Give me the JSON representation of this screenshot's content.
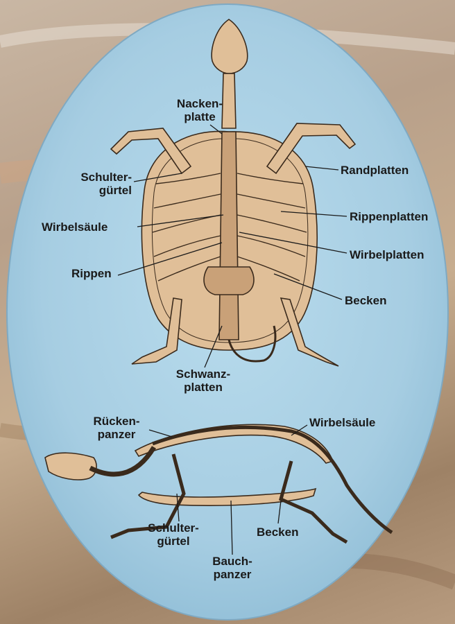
{
  "labels": {
    "nackenplatte": [
      "Nacken-",
      "platte"
    ],
    "schultergurtel_top": [
      "Schulter-",
      "gürtel"
    ],
    "wirbelsaule_top": "Wirbelsäule",
    "rippen": "Rippen",
    "randplatten": "Randplatten",
    "rippenplatten": "Rippenplatten",
    "wirbelplatten": "Wirbelplatten",
    "becken_top": "Becken",
    "schwanzplatten": [
      "Schwanz-",
      "platten"
    ],
    "ruckenpanzer": [
      "Rücken-",
      "panzer"
    ],
    "wirbelsaule_side": "Wirbelsäule",
    "schultergurtel_side": [
      "Schulter-",
      "gürtel"
    ],
    "becken_side": "Becken",
    "bauchpanzer": [
      "Bauch-",
      "panzer"
    ]
  },
  "colors": {
    "oval_fill": "#a9cfe3",
    "bone": "#e0bf98",
    "bone_dark": "#3a2a1c",
    "label_text": "#1a1a1a"
  }
}
